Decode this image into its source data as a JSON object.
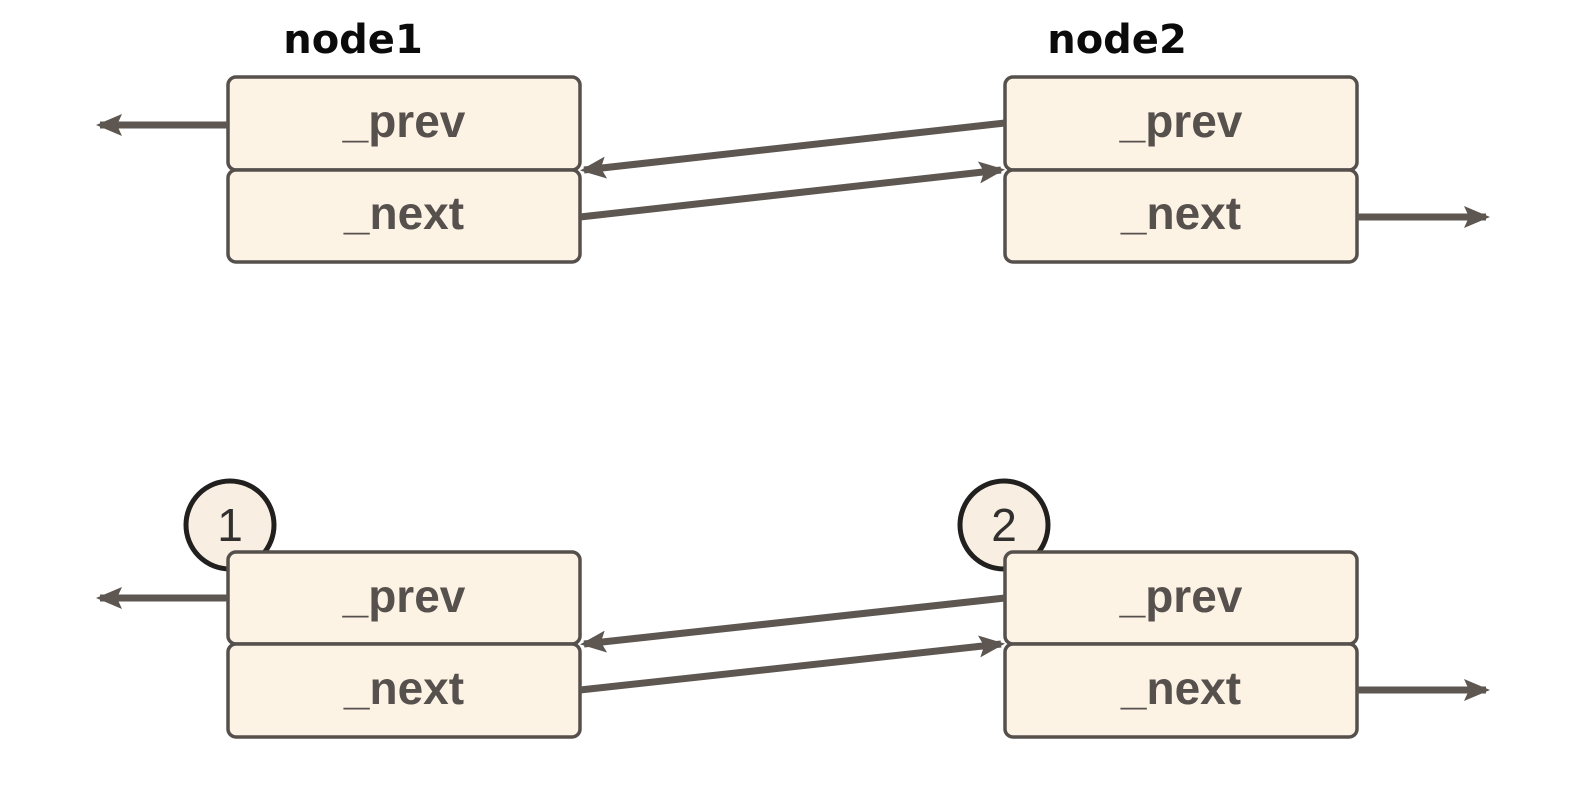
{
  "colors": {
    "background": "#ffffff",
    "box_fill": "#fdf3e5",
    "box_border": "#56504d",
    "divider": "#56504d",
    "arrow": "#5d5651",
    "title_text": "#0b0b0b",
    "cell_text": "#57514e",
    "circle_fill": "#f8efe2",
    "circle_border": "#21201e",
    "digit_text": "#32302e"
  },
  "top_diagram": {
    "nodes": [
      {
        "title": "node1",
        "fields": [
          "_prev",
          "_next"
        ]
      },
      {
        "title": "node2",
        "fields": [
          "_prev",
          "_next"
        ]
      }
    ]
  },
  "bottom_diagram": {
    "nodes": [
      {
        "badge": "1",
        "fields": [
          "_prev",
          "_next"
        ]
      },
      {
        "badge": "2",
        "fields": [
          "_prev",
          "_next"
        ]
      }
    ]
  }
}
